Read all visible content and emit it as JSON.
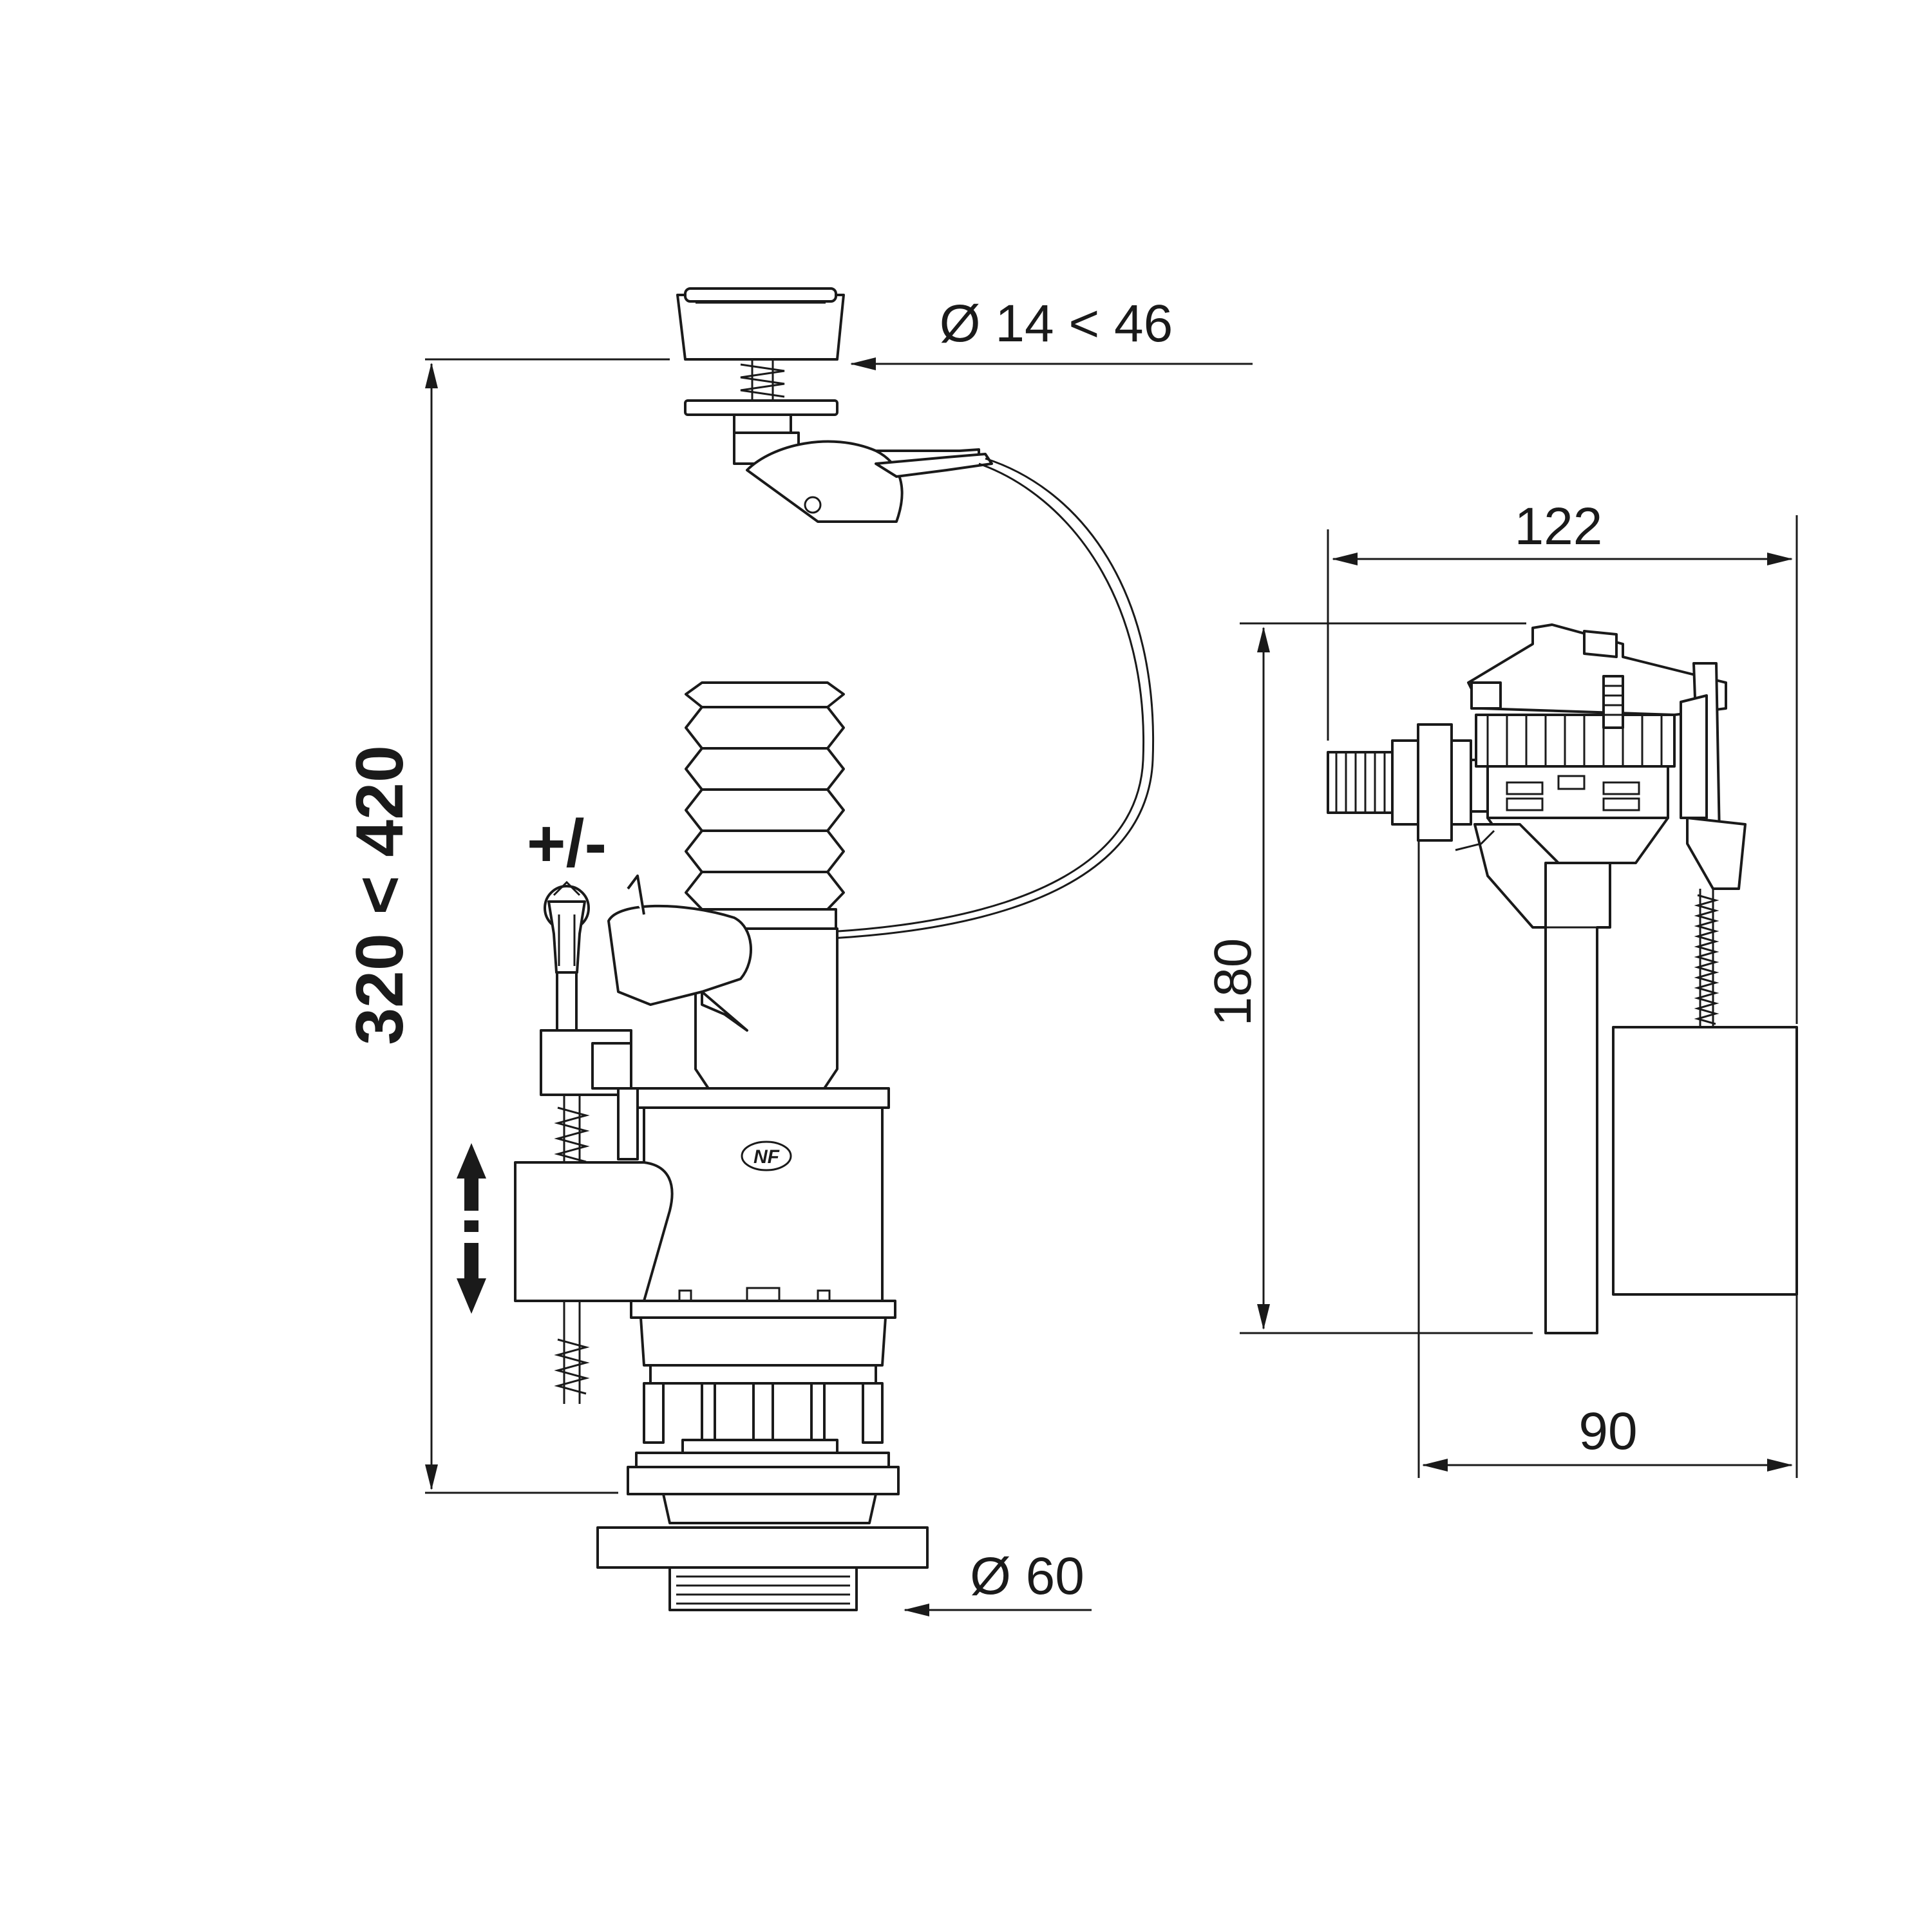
{
  "labels": {
    "height_range": "320 < 420",
    "button_diameter": "Ø 14 < 46",
    "outlet_diameter": "Ø 60",
    "adjust_symbol": "+/-",
    "valve_width_total": "122",
    "valve_height": "180",
    "valve_width_body": "90",
    "certification_mark": "NF"
  }
}
